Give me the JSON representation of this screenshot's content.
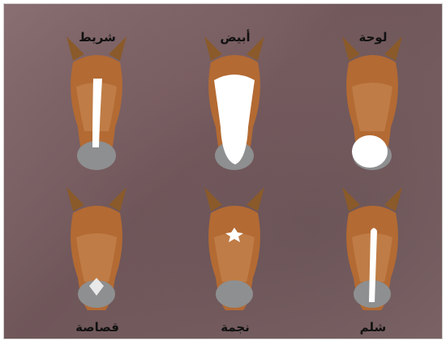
{
  "labels": {
    "top_left": "شريط",
    "top_middle": "أبيض",
    "top_right": "لوحة",
    "bottom_left": "قصاصة",
    "bottom_middle": "نجمة",
    "bottom_right": "شلم"
  }
}
